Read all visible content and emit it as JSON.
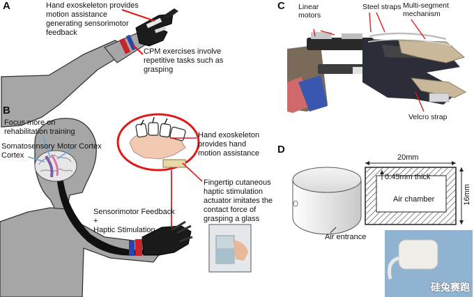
{
  "panels": {
    "a": {
      "letter": "A",
      "label_exo": "Hand exoskeleton provides\nmotion assistance\ngenerating sensorimotor\nfeedback",
      "label_cpm": "CPM exercises involve\nrepetitive tasks such as\ngrasping"
    },
    "b": {
      "letter": "B",
      "label_focus": "Focus more on\nrehabilitation training",
      "label_somato": "Somatosensory\nCortex",
      "label_motor": "Motor Cortex",
      "label_exo": "Hand exoskeleton\nprovides hand\nmotion assistance",
      "label_fingertip": "Fingertip cutaneous\nhaptic stimulation\nactuator imitates the\ncontact force of\ngrasping a glass",
      "label_feedback": "Sensorimotor Feedback\n+\nHaptic Stimulation"
    },
    "c": {
      "letter": "C",
      "label_linear": "Linear\nmotors",
      "label_steel": "Steel straps",
      "label_multi": "Multi-segment\nmechanism",
      "label_velcro": "Velcro strap"
    },
    "d": {
      "letter": "D",
      "dim_width": "20mm",
      "dim_height": "16mm",
      "dim_thick": "0.45mm thick",
      "label_chamber": "Air chamber",
      "label_entrance": "Air entrance"
    }
  },
  "watermark": "硅兔赛跑",
  "colors": {
    "arm_gray": "#a6a6a6",
    "annotation_red": "#e01818",
    "brain_purple": "#7b5aa6"
  }
}
